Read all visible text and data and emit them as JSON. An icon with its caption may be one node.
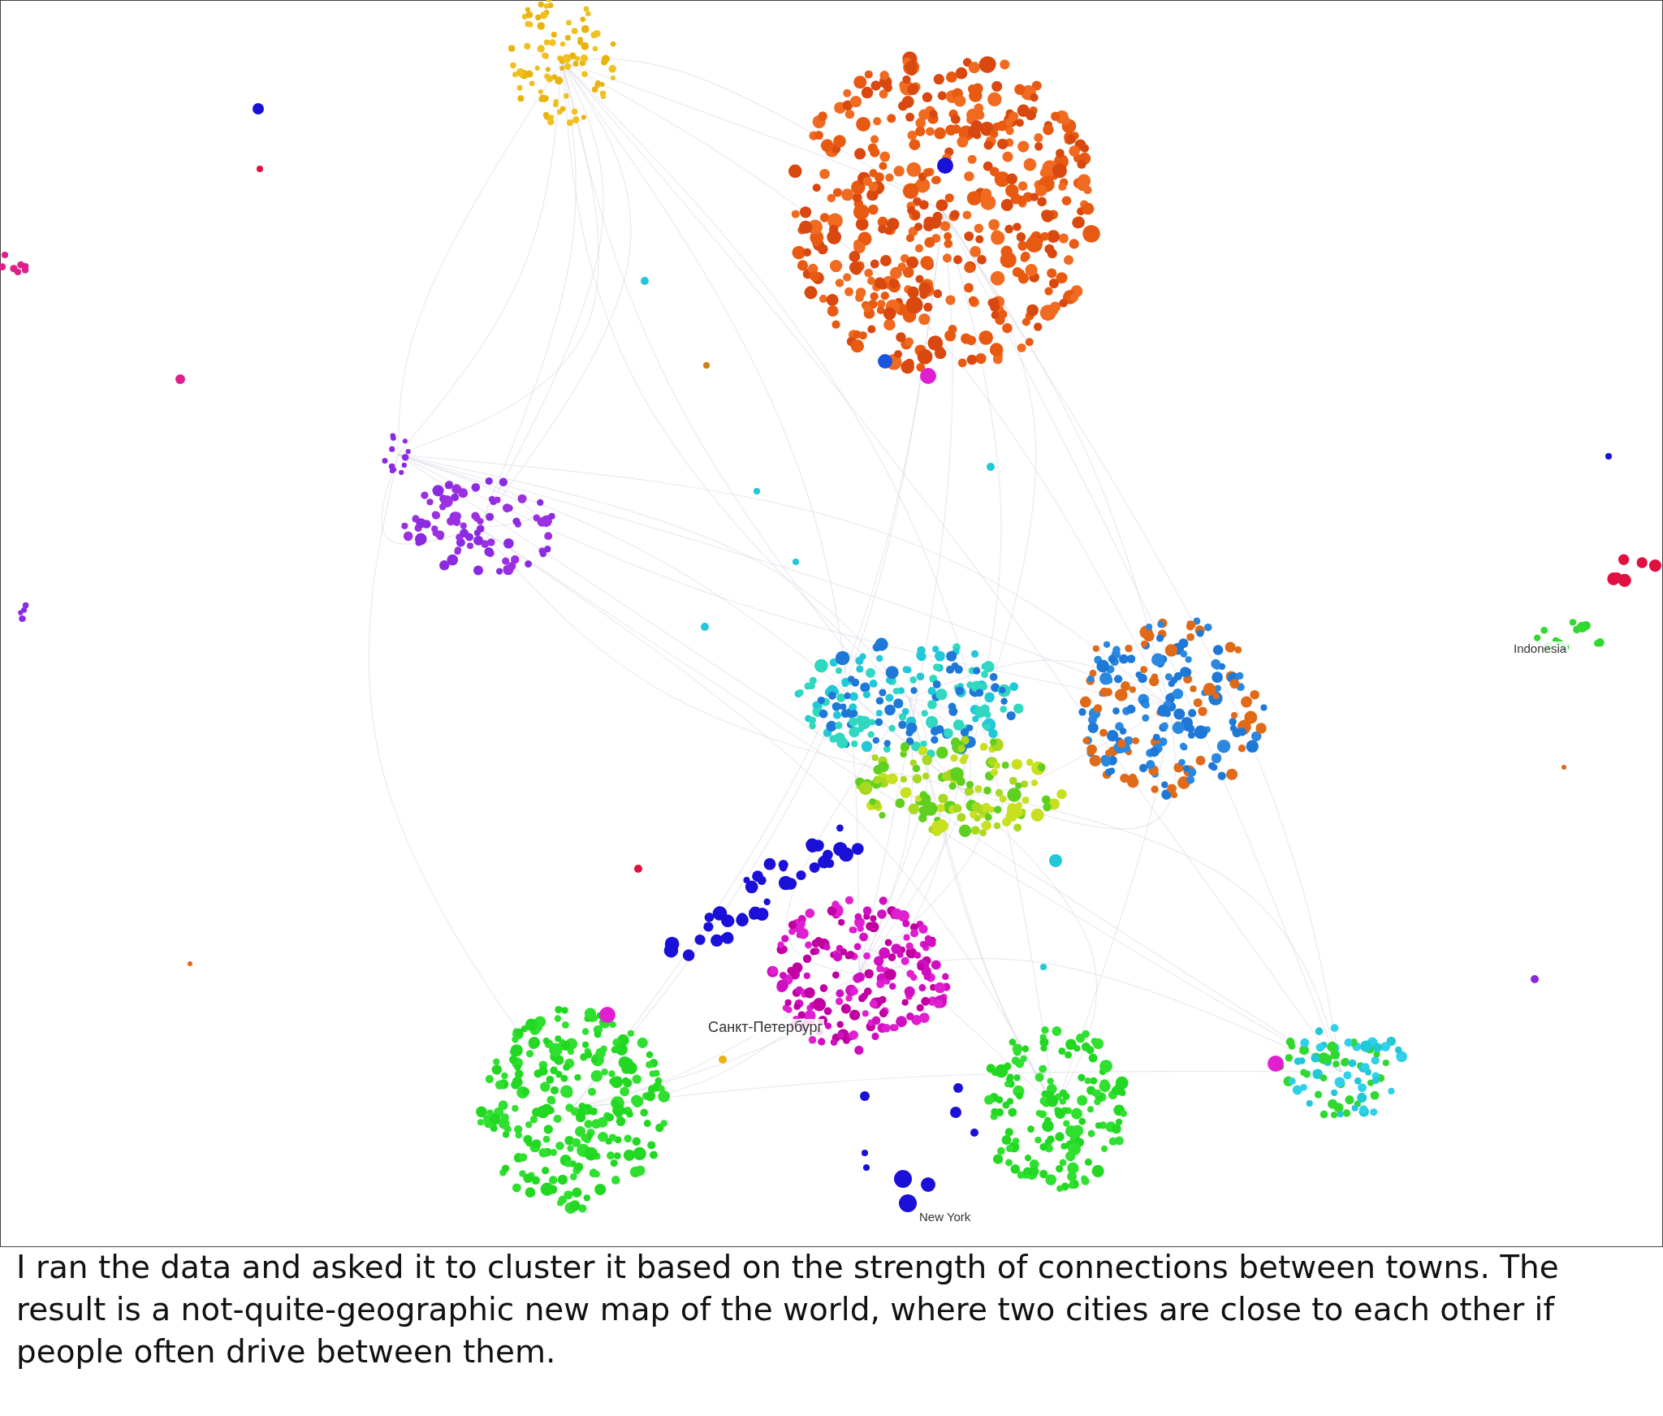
{
  "diagram": {
    "caption": "I ran the data and asked it to cluster it based on the strength of connections between towns. The result is a not-quite-geographic new map of the world, where two cities are close to each other if people often drive between them.",
    "labels": [
      "Indonesia",
      "Санкт-Петербург",
      "New York"
    ]
  }
}
